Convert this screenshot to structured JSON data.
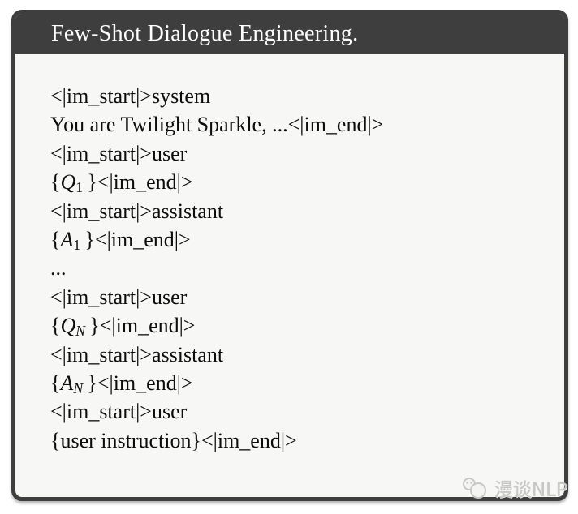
{
  "figure": {
    "title": "Few-Shot Dialogue Engineering.",
    "colors": {
      "header_bg": "#3e3e3e",
      "border": "#3e3e3e",
      "body_bg": "#f7f7f5",
      "text": "#0d0d0d",
      "title_text": "#ffffff",
      "watermark": "#c7c7c4"
    },
    "prompt_lines": [
      {
        "segments": [
          {
            "t": "<|im_start|>system"
          }
        ]
      },
      {
        "segments": [
          {
            "t": "You are Twilight Sparkle, ...<|im_end|>"
          }
        ]
      },
      {
        "segments": [
          {
            "t": "<|im_start|>user"
          }
        ]
      },
      {
        "segments": [
          {
            "t": "{"
          },
          {
            "t": "Q",
            "style": "var"
          },
          {
            "t": "1",
            "style": "sub"
          },
          {
            "t": " }<|im_end|>"
          }
        ]
      },
      {
        "segments": [
          {
            "t": "<|im_start|>assistant"
          }
        ]
      },
      {
        "segments": [
          {
            "t": "{"
          },
          {
            "t": "A",
            "style": "var"
          },
          {
            "t": "1",
            "style": "sub"
          },
          {
            "t": " }<|im_end|>"
          }
        ]
      },
      {
        "segments": [
          {
            "t": "..."
          }
        ]
      },
      {
        "segments": [
          {
            "t": "<|im_start|>user"
          }
        ]
      },
      {
        "segments": [
          {
            "t": "{"
          },
          {
            "t": "Q",
            "style": "var"
          },
          {
            "t": "N",
            "style": "subvar"
          },
          {
            "t": " }<|im_end|>"
          }
        ]
      },
      {
        "segments": [
          {
            "t": "<|im_start|>assistant"
          }
        ]
      },
      {
        "segments": [
          {
            "t": "{"
          },
          {
            "t": "A",
            "style": "var"
          },
          {
            "t": "N",
            "style": "subvar"
          },
          {
            "t": " }<|im_end|>"
          }
        ]
      },
      {
        "segments": [
          {
            "t": "<|im_start|>user"
          }
        ]
      },
      {
        "segments": [
          {
            "t": "{user instruction}<|im_end|>"
          }
        ]
      }
    ],
    "watermark": {
      "label": "漫谈NLP"
    }
  }
}
